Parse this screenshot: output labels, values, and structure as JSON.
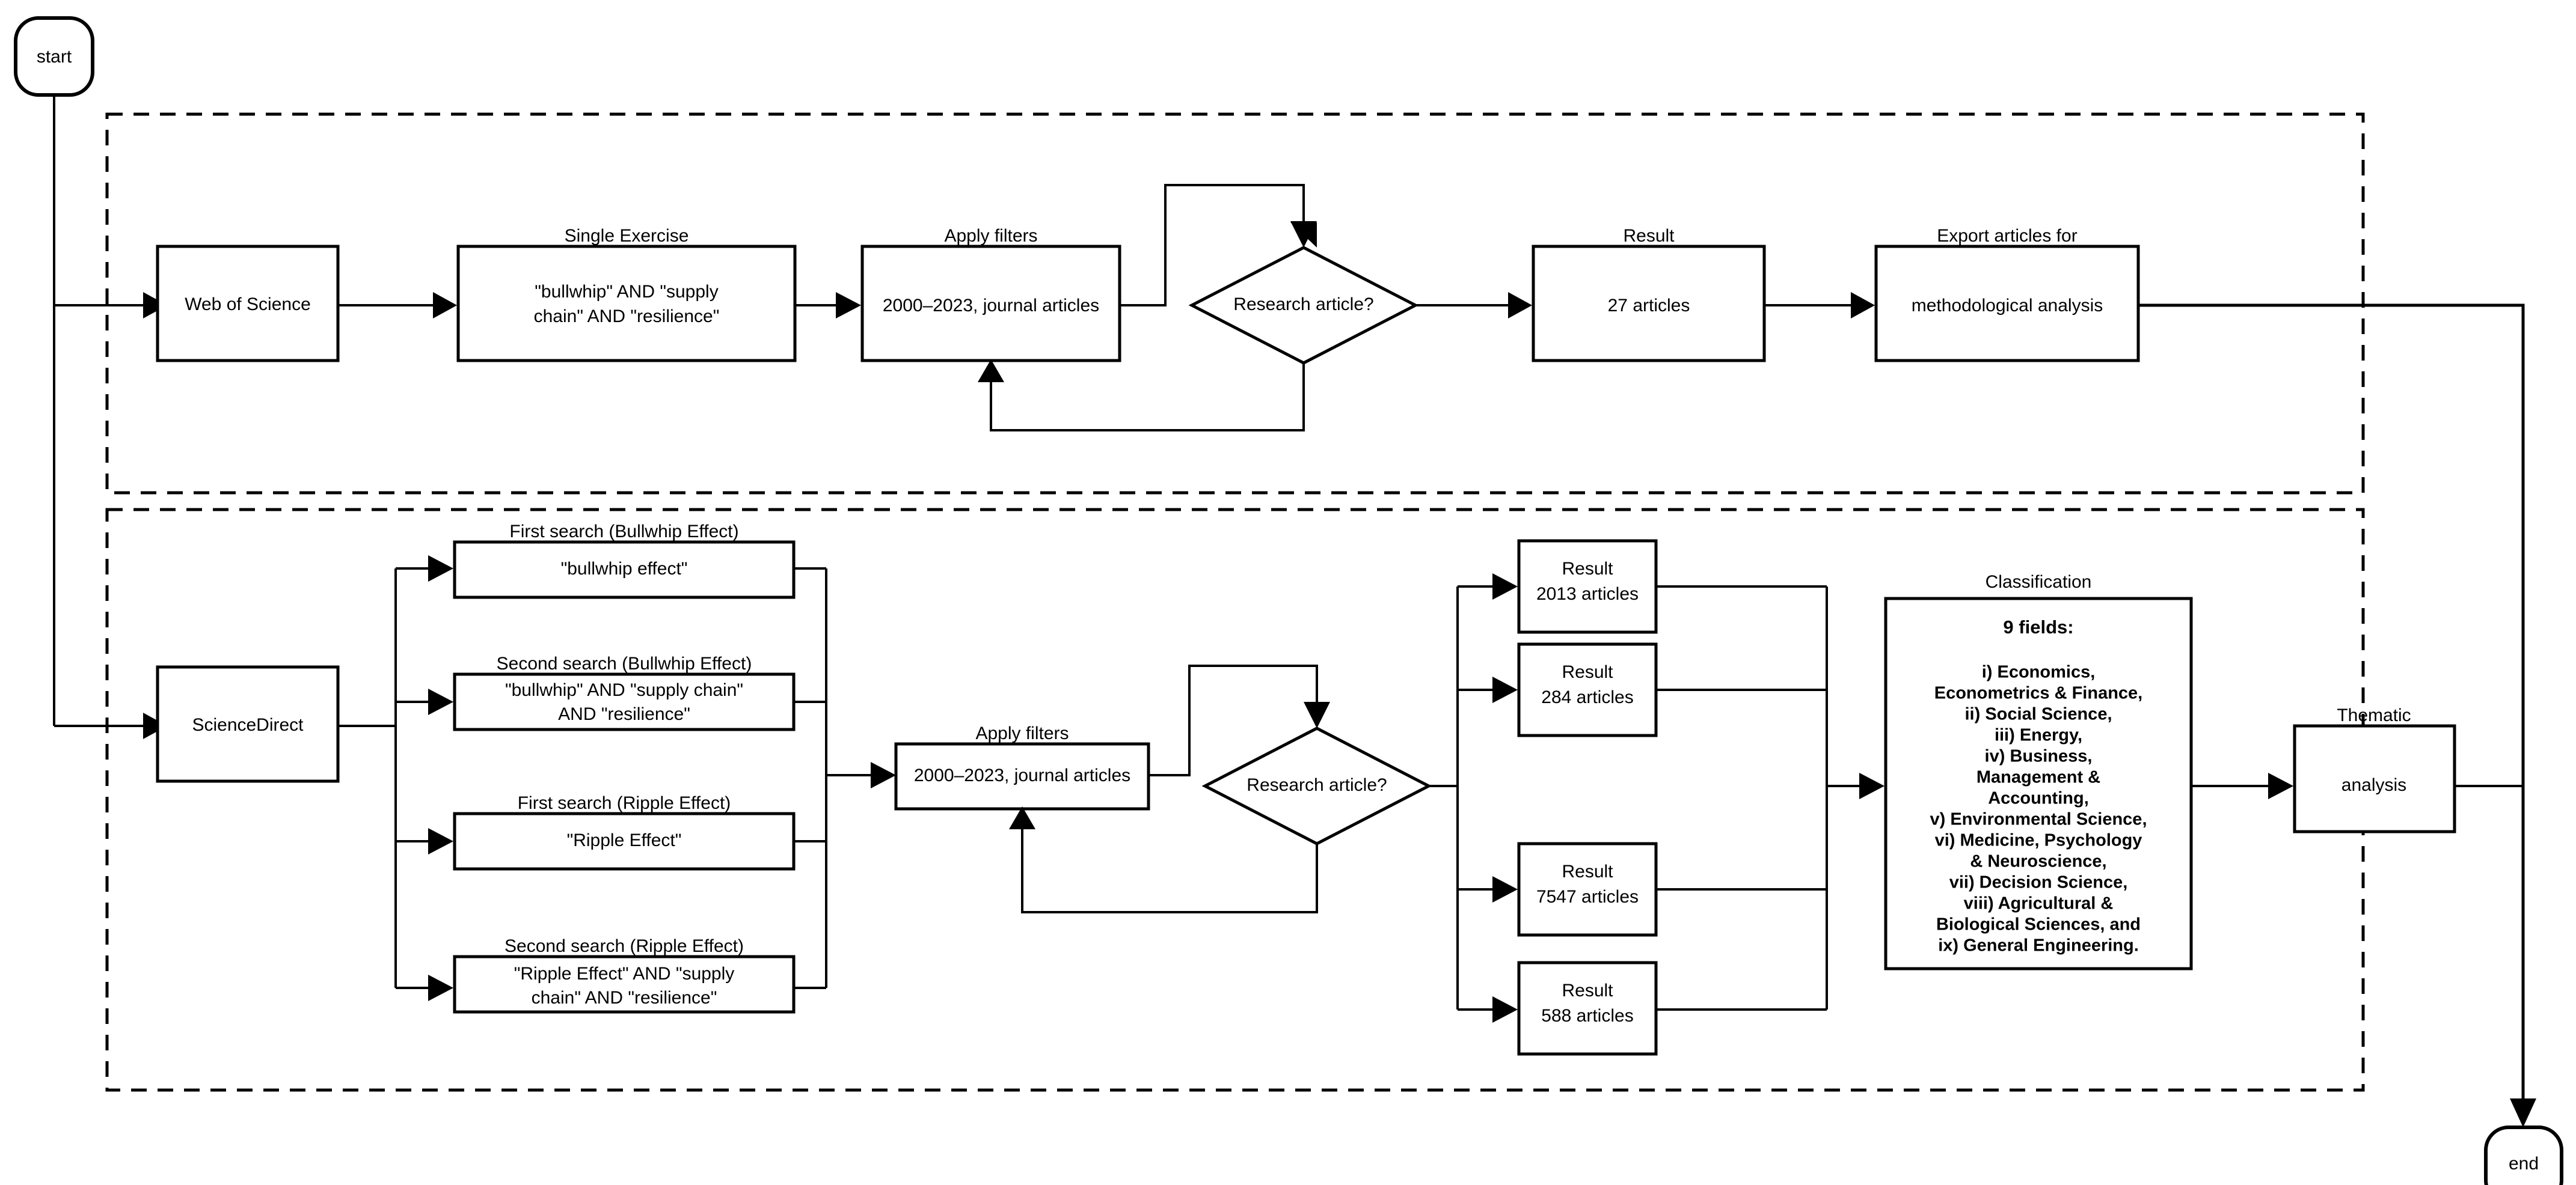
{
  "diagram": {
    "title": "Literature search and screening flowchart",
    "colors": {
      "stroke": "#000000",
      "fill": "#ffffff",
      "background": "#ffffff"
    }
  },
  "terminals": {
    "start": "start",
    "end": "end"
  },
  "top_branch": {
    "database": "Web of Science",
    "query_caption": "Single Exercise",
    "query_line1": "\"bullwhip\" AND \"supply",
    "query_line2": "chain\" AND \"resilience\"",
    "filters_caption": "Apply filters",
    "filters_value": "2000–2023, journal articles",
    "decision": "Research article?",
    "result_caption": "Result",
    "result_value": "27 articles",
    "export_caption": "Export articles for",
    "export_value": "methodological analysis"
  },
  "bottom_branch": {
    "database": "ScienceDirect",
    "searches": [
      {
        "caption": "First search (Bullwhip Effect)",
        "line1": "\"bullwhip effect\"",
        "line2": ""
      },
      {
        "caption": "Second search (Bullwhip Effect)",
        "line1": "\"bullwhip\" AND \"supply chain\"",
        "line2": "AND \"resilience\""
      },
      {
        "caption": "First search (Ripple Effect)",
        "line1": "\"Ripple Effect\"",
        "line2": ""
      },
      {
        "caption": "Second search (Ripple Effect)",
        "line1": "\"Ripple Effect\"  AND \"supply",
        "line2": "chain\" AND \"resilience\""
      }
    ],
    "filters_caption": "Apply filters",
    "filters_value": "2000–2023, journal articles",
    "decision": "Research article?",
    "results": [
      {
        "caption": "Result",
        "value": "2013 articles"
      },
      {
        "caption": "Result",
        "value": "284 articles"
      },
      {
        "caption": "Result",
        "value": "7547 articles"
      },
      {
        "caption": "Result",
        "value": "588 articles"
      }
    ],
    "classification_caption": "Classification",
    "classification_lines": [
      "9 fields:",
      "",
      "i) Economics,",
      "Econometrics & Finance,",
      "ii) Social Science,",
      "iii) Energy,",
      "iv) Business,",
      "Management &",
      "Accounting,",
      "v) Environmental Science,",
      "vi) Medicine, Psychology",
      "& Neuroscience,",
      "vii) Decision Science,",
      "viii) Agricultural &",
      "Biological Sciences, and",
      "ix) General Engineering."
    ],
    "thematic_caption": "Thematic",
    "thematic_value": "analysis"
  }
}
